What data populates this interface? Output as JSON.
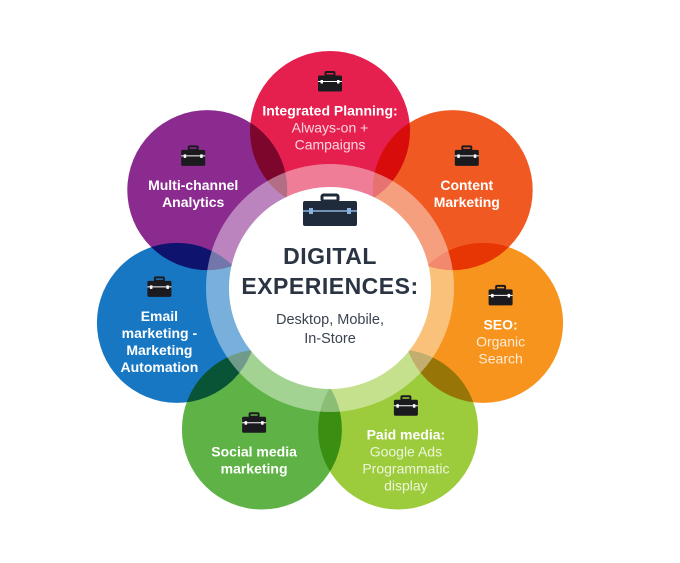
{
  "center": {
    "title_lines": [
      "DIGITAL",
      "EXPERIENCES:"
    ],
    "subtitle_lines": [
      "Desktop, Mobile,",
      "In-Store"
    ],
    "icon": "briefcase-icon"
  },
  "petals": [
    {
      "id": "integrated-planning",
      "color": "#e5204f",
      "icon": "briefcase-icon",
      "bold_lines": [
        "Integrated Planning:"
      ],
      "light_lines": [
        "Always-on +",
        "Campaigns"
      ]
    },
    {
      "id": "content-marketing",
      "color": "#f05a22",
      "icon": "briefcase-icon",
      "bold_lines": [
        "Content",
        "Marketing"
      ],
      "light_lines": []
    },
    {
      "id": "seo",
      "color": "#f7941d",
      "icon": "briefcase-icon",
      "bold_lines": [
        "SEO:"
      ],
      "light_lines": [
        "Organic",
        "Search"
      ]
    },
    {
      "id": "paid-media",
      "color": "#9ccb3b",
      "icon": "briefcase-icon",
      "bold_lines": [
        "Paid media:"
      ],
      "light_lines": [
        "Google Ads",
        "Programmatic",
        "display"
      ]
    },
    {
      "id": "social-media-marketing",
      "color": "#5fb346",
      "icon": "briefcase-icon",
      "bold_lines": [
        "Social media",
        "marketing"
      ],
      "light_lines": []
    },
    {
      "id": "email-marketing",
      "color": "#1877c2",
      "icon": "briefcase-icon",
      "bold_lines": [
        "Email",
        "marketing -",
        "Marketing",
        "Automation"
      ],
      "light_lines": []
    },
    {
      "id": "multi-channel-analytics",
      "color": "#8b2b8f",
      "icon": "briefcase-icon",
      "bold_lines": [
        "Multi-channel",
        "Analytics"
      ],
      "light_lines": []
    }
  ]
}
